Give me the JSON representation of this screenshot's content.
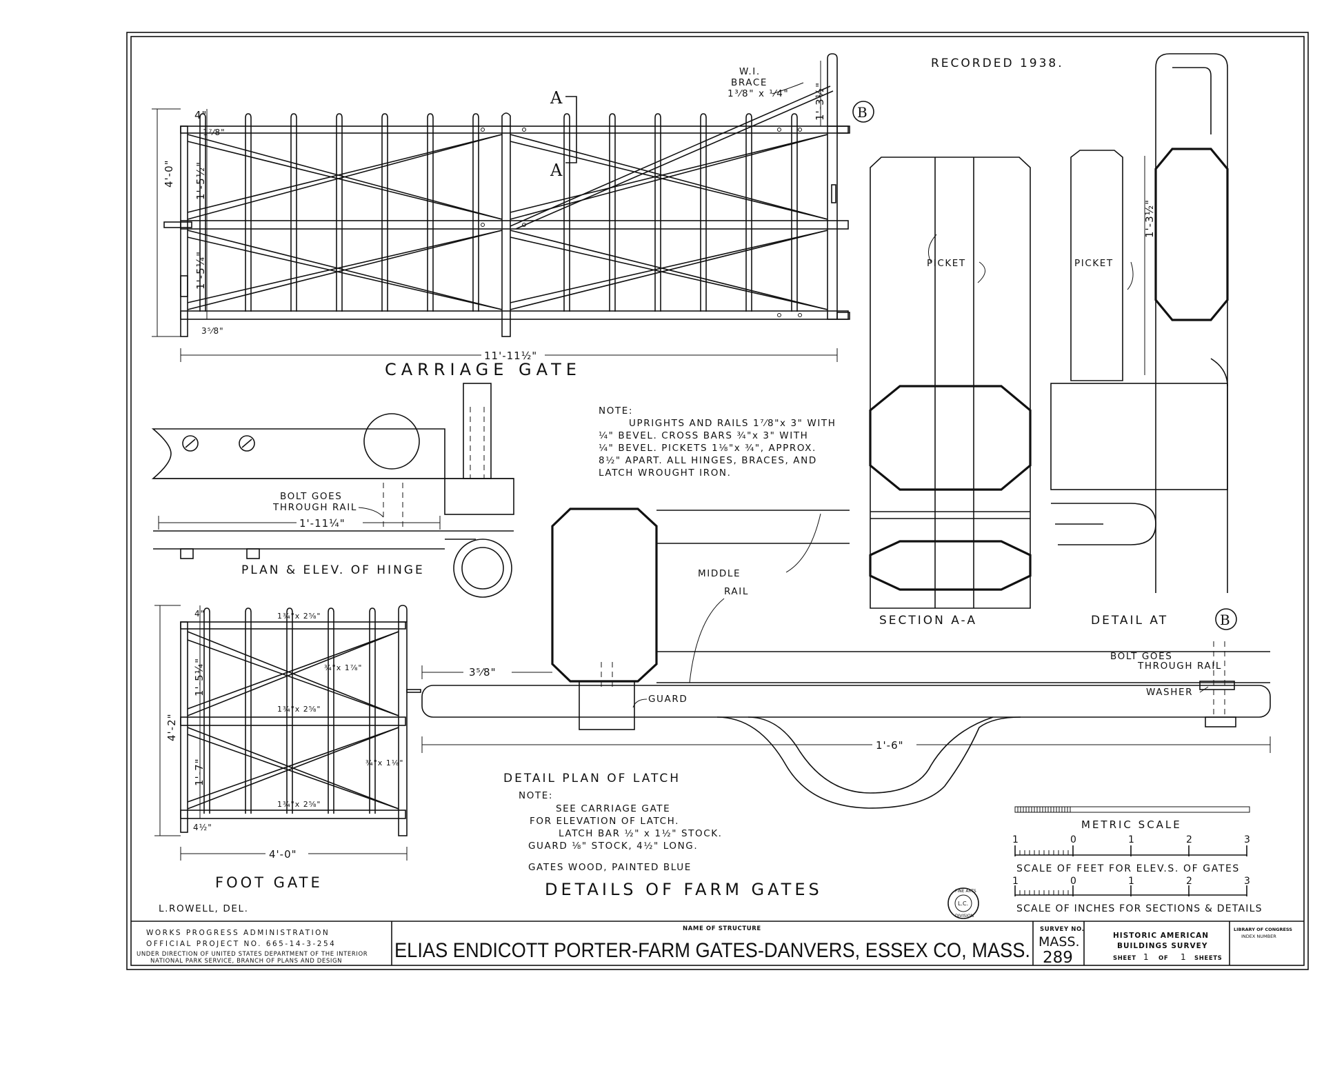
{
  "header": {
    "recorded": "RECORDED 1938."
  },
  "carriage_gate": {
    "title": "CARRIAGE GATE",
    "brace_label": [
      "W.I.",
      "BRACE",
      "1³⁄8\" x ¹⁄4\""
    ],
    "section_marker": "A",
    "detail_marker": "B",
    "dims": {
      "height": "4'-0\"",
      "width": "11'-11½\"",
      "top": "4\"",
      "rail": "1⁷⁄8\"",
      "upper_bay": "1'-5½\"",
      "lower_bay": "1'-5¼\"",
      "bottom": "3⁵⁄8\"",
      "post_top": "1'-3½\""
    }
  },
  "note": {
    "heading": "NOTE:",
    "lines": [
      "UPRIGHTS AND RAILS 1⁷⁄8\"x 3\" WITH",
      "¼\" BEVEL. CROSS BARS ¾\"x 3\" WITH",
      "¼\" BEVEL. PICKETS 1⅛\"x ¾\", APPROX.",
      "8½\" APART. ALL HINGES, BRACES, AND",
      "LATCH WROUGHT IRON."
    ]
  },
  "hinge": {
    "title": "PLAN & ELEV. OF HINGE",
    "bolt_label": [
      "BOLT GOES",
      "THROUGH RAIL"
    ],
    "dim": "1'-11¼\""
  },
  "section_aa": {
    "title": "SECTION A-A",
    "picket_label": "PICKET"
  },
  "detail_b": {
    "title": "DETAIL AT",
    "marker": "B",
    "picket_label": "PICKET",
    "dim": "1'-3½\""
  },
  "latch": {
    "middle_rail_label": [
      "MIDDLE",
      "RAIL"
    ],
    "guard_label": "GUARD",
    "bolt_label": [
      "BOLT GOES",
      "THROUGH RAIL"
    ],
    "washer_label": "WASHER",
    "dim_left": "3⁵⁄8\"",
    "dim_total": "1'-6\"",
    "title": "DETAIL PLAN OF LATCH",
    "note_heading": "NOTE:",
    "note_lines": [
      "SEE CARRIAGE GATE",
      "FOR ELEVATION OF LATCH.",
      "LATCH BAR ½\" x 1½\" STOCK.",
      "GUARD ⅛\" STOCK, 4½\" LONG."
    ],
    "paint_note": "GATES WOOD, PAINTED BLUE"
  },
  "foot_gate": {
    "title": "FOOT GATE",
    "dims": {
      "height": "4'-2\"",
      "width": "4'-0\"",
      "top": "4\"",
      "upper_bay": "1'-5¼\"",
      "lower_bay": "1'-7\"",
      "bottom": "4½\"",
      "rail_a": "1¾\"x 2⅝\"",
      "rail_b": "1¾\"x 2⅝\"",
      "rail_c": "1¾\"x 2⅝\"",
      "brace_a": "¾\"x 1⅞\"",
      "brace_b": "¾\"x 1⅛\""
    }
  },
  "scales": {
    "metric_title": "METRIC SCALE",
    "feet_title": "SCALE OF FEET FOR ELEV.S. OF GATES",
    "inches_title": "SCALE OF INCHES FOR SECTIONS & DETAILS",
    "ticks": [
      "1",
      "0",
      "1",
      "2",
      "3"
    ]
  },
  "drawing_title": "DETAILS OF FARM GATES",
  "delineator": "L.ROWELL, DEL.",
  "stamp": [
    "FINE ARTS",
    "L.C.",
    "DIVISION"
  ],
  "title_block": {
    "wpa_line1": "WORKS PROGRESS ADMINISTRATION",
    "wpa_line2": "OFFICIAL PROJECT NO. 665-14-3-254",
    "wpa_line3": "UNDER DIRECTION OF UNITED STATES DEPARTMENT OF THE INTERIOR",
    "wpa_line4": "NATIONAL PARK SERVICE, BRANCH OF PLANS AND DESIGN",
    "name_heading": "NAME OF STRUCTURE",
    "structure_name": "ELIAS ENDICOTT PORTER-FARM GATES-DANVERS, ESSEX CO, MASS.",
    "survey_heading": "SURVEY NO.",
    "survey_state": "MASS.",
    "survey_number": "289",
    "habs_line1": "HISTORIC AMERICAN",
    "habs_line2": "BUILDINGS SURVEY",
    "sheet_word": "SHEET",
    "sheet_num": "1",
    "of_word": "OF",
    "sheet_total": "1",
    "sheets_word": "SHEETS",
    "loc_line1": "LIBRARY OF CONGRESS",
    "loc_line2": "INDEX NUMBER"
  }
}
